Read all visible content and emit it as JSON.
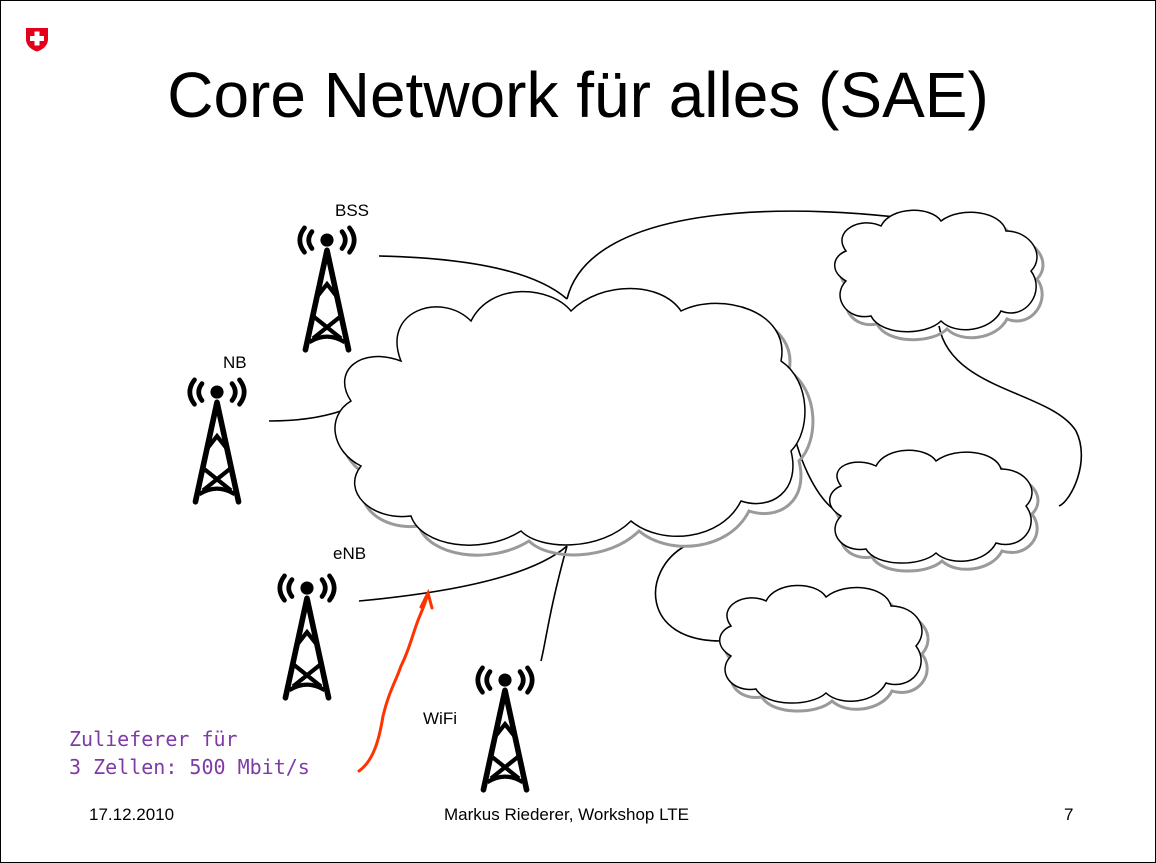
{
  "slide": {
    "title": "Core Network für alles (SAE)",
    "logo_icon": "swiss-cross-shield",
    "accent_color": "#e4001b"
  },
  "stations": [
    {
      "label": "BSS",
      "icon": "radio-tower"
    },
    {
      "label": "NB",
      "icon": "radio-tower"
    },
    {
      "label": "eNB",
      "icon": "radio-tower"
    },
    {
      "label": "WiFi",
      "icon": "radio-tower"
    }
  ],
  "annotation": {
    "lines": [
      "Zulieferer für",
      "3 Zellen: 500 Mbit/s"
    ],
    "text_color": "#7e3ba6",
    "arrow_color": "#ff3300"
  },
  "footer": {
    "date": "17.12.2010",
    "center": "Markus Riederer, Workshop LTE",
    "page": "7"
  }
}
